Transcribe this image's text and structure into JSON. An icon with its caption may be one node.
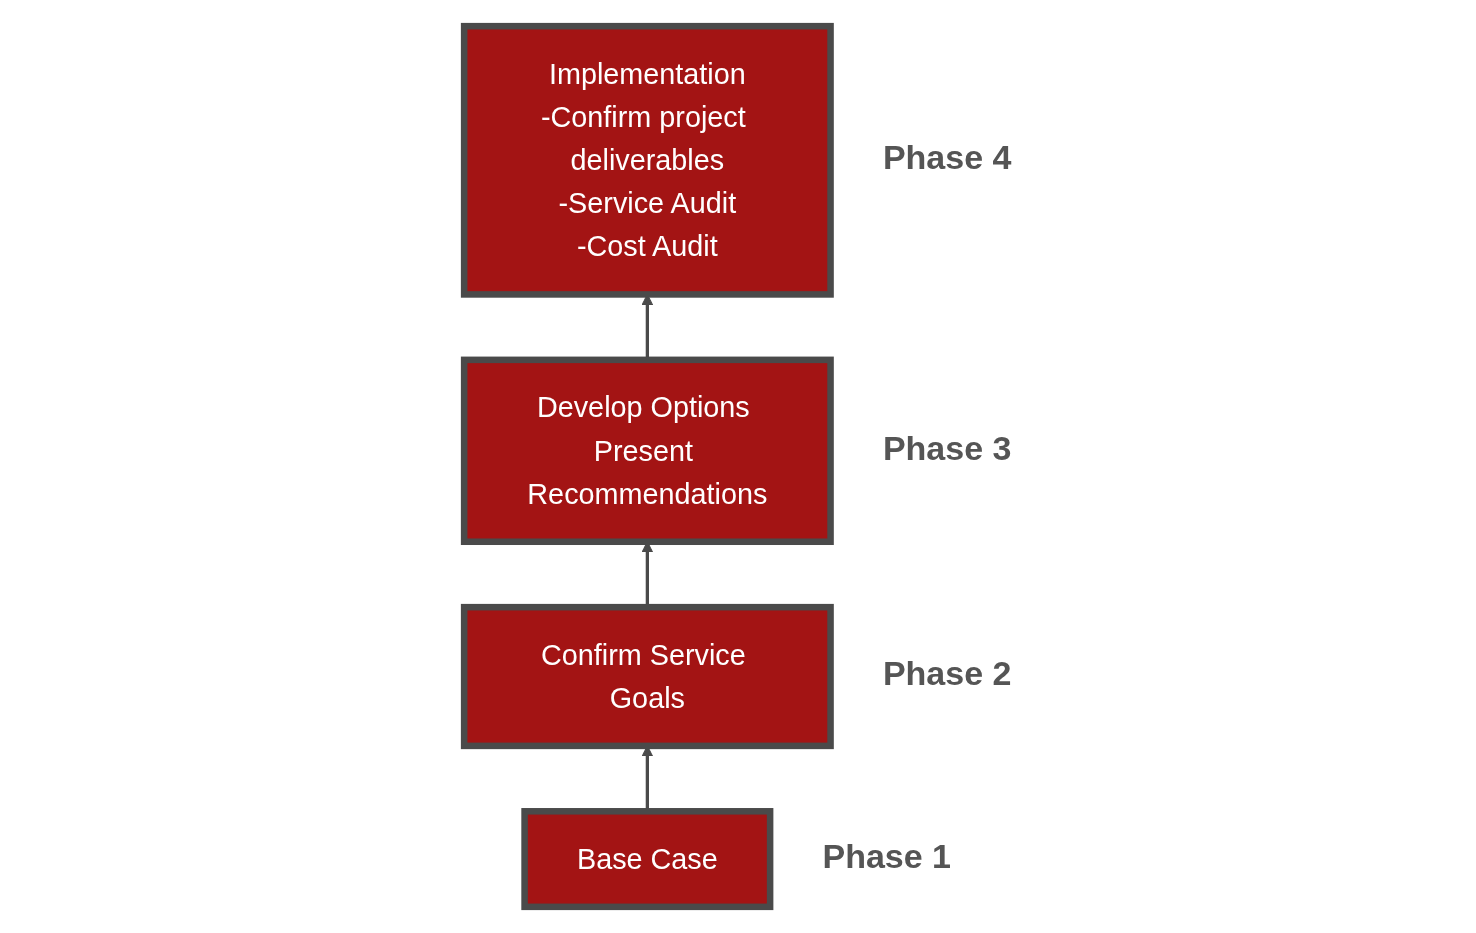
{
  "diagram": {
    "nodes": [
      {
        "text": [
          "Base Case"
        ],
        "beside": [
          "Phase 1"
        ]
      },
      {
        "text": [
          "Confirm Service Goals"
        ],
        "beside": [
          "Phase 2"
        ]
      },
      {
        "text": [
          "Develop Options Present Recommendations"
        ],
        "beside": [
          "Phase 3"
        ]
      },
      {
        "text": [
          "Implementation",
          "-Confirm project deliverables",
          "-Service Audit",
          "-Cost Audit"
        ],
        "beside": [
          "Phase 4"
        ]
      }
    ],
    "edges": [
      {
        "from": 0,
        "to": 1,
        "arrow": "to"
      },
      {
        "from": 1,
        "to": 2,
        "arrow": "to"
      },
      {
        "from": 2,
        "to": 3,
        "arrow": "to"
      }
    ]
  }
}
